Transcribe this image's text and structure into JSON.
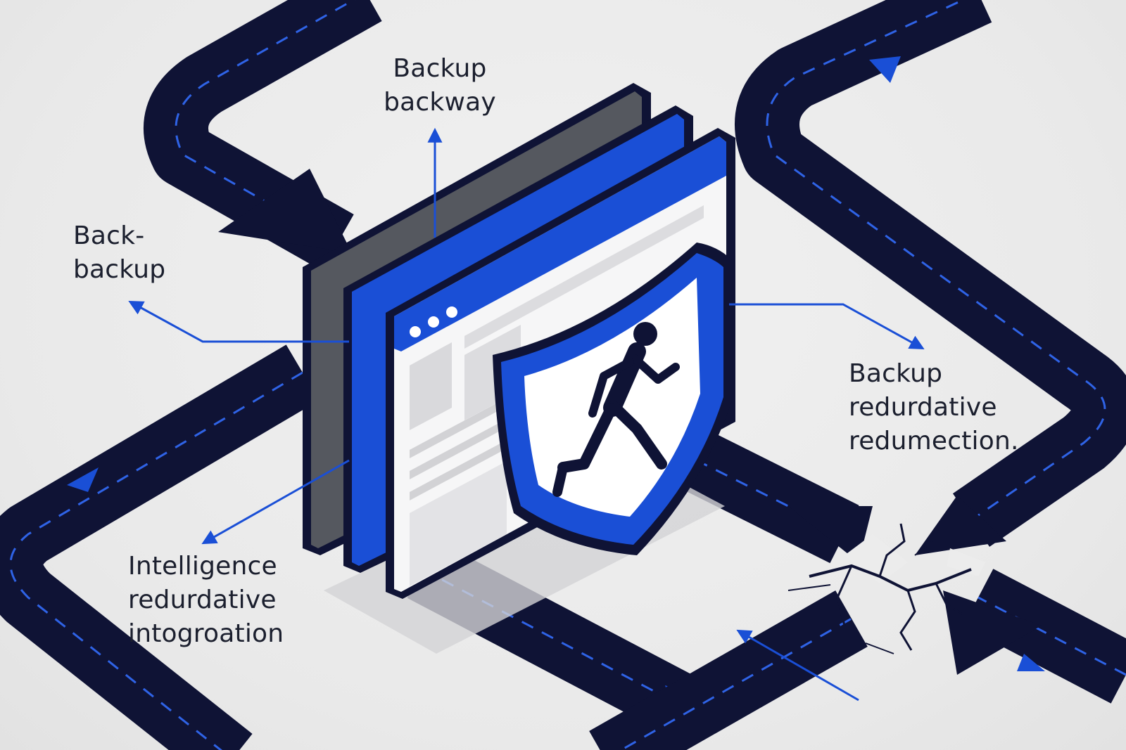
{
  "labels": {
    "top": "Backup\nbackway",
    "left": "Back-\nbackup",
    "right": "Backup\nredurdative\nredumection.",
    "bottom": "Intelligence\nredurdative\nintogroation"
  },
  "icons": {
    "shield": "shield-icon",
    "runner": "running-person-icon",
    "crack": "broken-road-crack-icon"
  },
  "colors": {
    "road": "#0f1335",
    "accent_blue": "#1a4fd6",
    "panel_gray": "#55585f",
    "background": "#ececec",
    "text": "#1b1f2e"
  }
}
